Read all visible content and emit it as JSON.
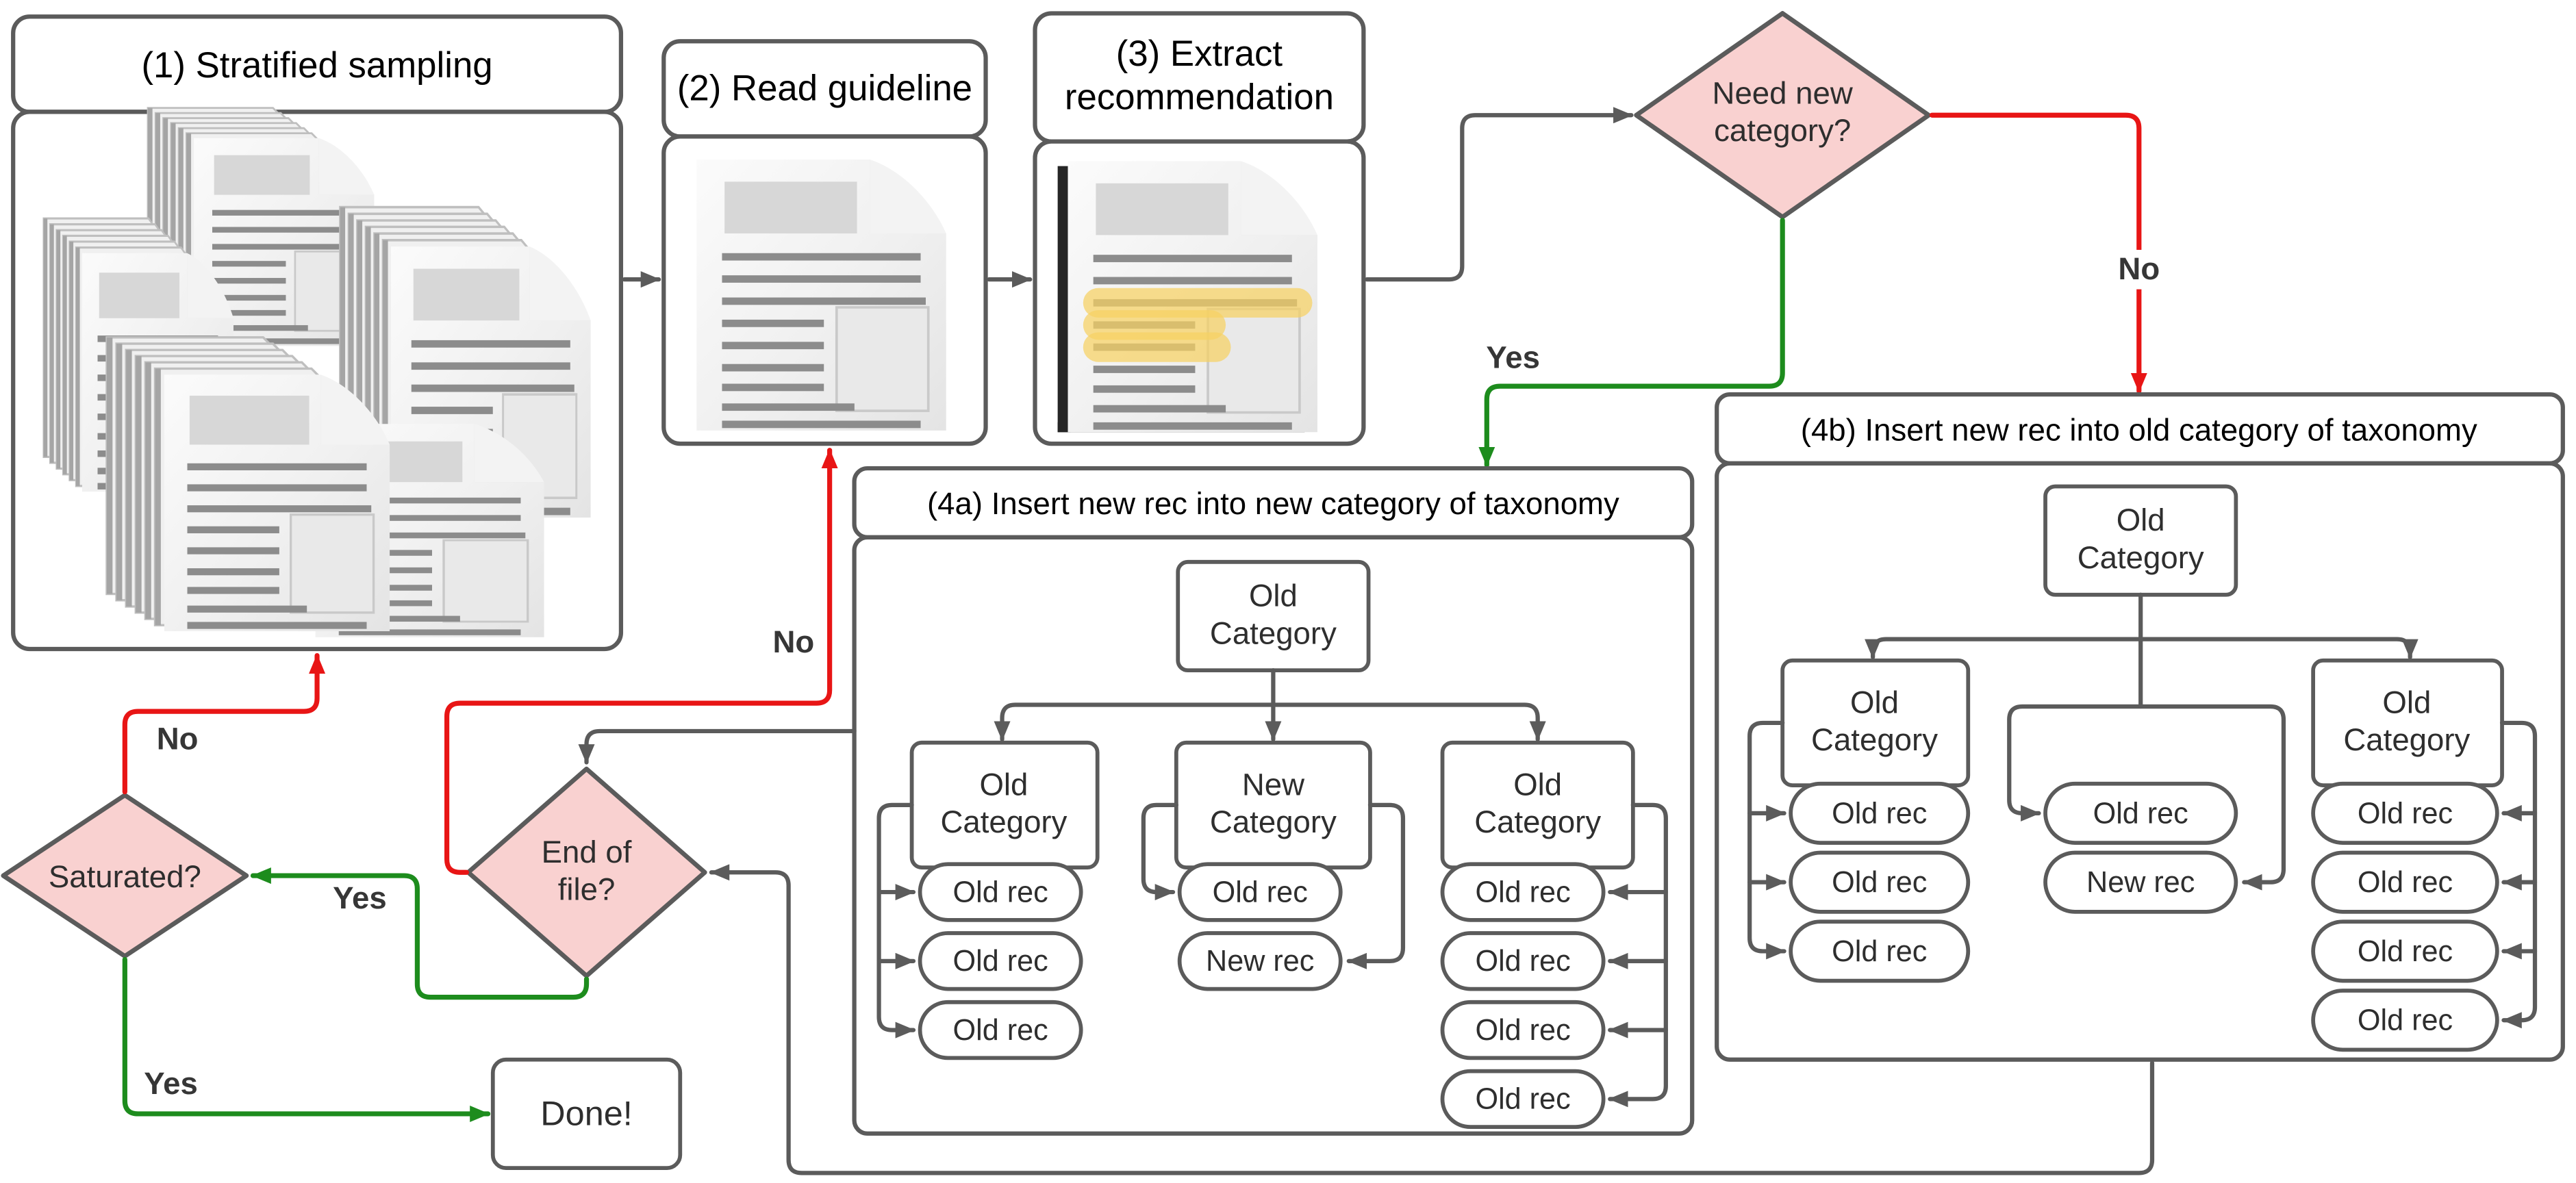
{
  "steps": {
    "s1": {
      "title": "(1) Stratified sampling"
    },
    "s2": {
      "title": "(2) Read guideline"
    },
    "s3": {
      "title": "(3) Extract\nrecommendation"
    },
    "s4a": {
      "title": "(4a) Insert new rec into new category of taxonomy"
    },
    "s4b": {
      "title": "(4b) Insert new rec into old category of taxonomy"
    }
  },
  "decisions": {
    "need_new_category": "Need new\ncategory?",
    "end_of_file": "End of\nfile?",
    "saturated": "Saturated?"
  },
  "terminal": {
    "done": "Done!"
  },
  "edge_labels": {
    "yes": "Yes",
    "no": "No"
  },
  "tax4a": {
    "root": "Old\nCategory",
    "children": [
      {
        "label": "Old\nCategory",
        "recs": [
          "Old rec",
          "Old rec",
          "Old rec"
        ]
      },
      {
        "label": "New\nCategory",
        "recs": [
          "Old rec",
          "New rec"
        ]
      },
      {
        "label": "Old\nCategory",
        "recs": [
          "Old rec",
          "Old rec",
          "Old rec",
          "Old rec"
        ]
      }
    ]
  },
  "tax4b": {
    "root": "Old\nCategory",
    "children": [
      {
        "label": "Old\nCategory",
        "recs": [
          "Old rec",
          "Old rec",
          "Old rec"
        ]
      },
      {
        "label": null,
        "recs": [
          "Old rec",
          "New rec"
        ]
      },
      {
        "label": "Old\nCategory",
        "recs": [
          "Old rec",
          "Old rec",
          "Old rec",
          "Old rec"
        ]
      }
    ]
  },
  "edges": [
    {
      "from": "stratified-sampling",
      "to": "read-guideline",
      "label": ""
    },
    {
      "from": "read-guideline",
      "to": "extract-recommendation",
      "label": ""
    },
    {
      "from": "extract-recommendation",
      "to": "need-new-category",
      "label": ""
    },
    {
      "from": "need-new-category",
      "to": "insert-new-rec-new-category",
      "label": "Yes"
    },
    {
      "from": "need-new-category",
      "to": "insert-new-rec-old-category",
      "label": "No"
    },
    {
      "from": "insert-new-rec-new-category",
      "to": "end-of-file",
      "label": ""
    },
    {
      "from": "insert-new-rec-old-category",
      "to": "end-of-file",
      "label": ""
    },
    {
      "from": "end-of-file",
      "to": "read-guideline",
      "label": "No"
    },
    {
      "from": "end-of-file",
      "to": "saturated",
      "label": "Yes"
    },
    {
      "from": "saturated",
      "to": "stratified-sampling",
      "label": "No"
    },
    {
      "from": "saturated",
      "to": "done",
      "label": "Yes"
    }
  ],
  "icons": {
    "step1": "document-stack-icon",
    "step2": "document-icon",
    "step3": "highlighted-document-icon"
  },
  "colors": {
    "decision_pink": "#f9d1d0",
    "new_category_green": "#c5eec6",
    "new_rec_orange": "#f8cf8e",
    "done_blue": "#cfe0f8",
    "yes_edge_green": "#1d8c1d",
    "no_edge_red": "#e81515",
    "connector_gray": "#5b5b5b",
    "highlight_yellow": "#f7d163"
  }
}
